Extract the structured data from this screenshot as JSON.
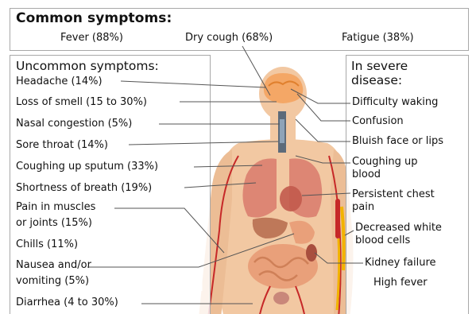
{
  "common": {
    "title": "Common symptoms:",
    "items": [
      "Fever (88%)",
      "Dry cough (68%)",
      "Fatigue (38%)"
    ]
  },
  "uncommon": {
    "title": "Uncommon symptoms:",
    "items": [
      "Headache (14%)",
      "Loss of smell (15 to 30%)",
      "Nasal congestion (5%)",
      "Sore throat (14%)",
      "Coughing up sputum (33%)",
      "Shortness of breath (19%)",
      "Pain in muscles",
      "or joints (15%)",
      "Chills (11%)",
      "Nausea and/or",
      "vomiting (5%)",
      "Diarrhea (4 to 30%)"
    ]
  },
  "severe": {
    "title_line1": "In severe",
    "title_line2": "disease:",
    "items": [
      "Difficulty waking",
      "Confusion",
      "Bluish face or lips",
      "Coughing up",
      "blood",
      "Persistent chest",
      "pain",
      "Decreased white",
      "blood cells",
      "Kidney failure",
      "High fever"
    ]
  },
  "colors": {
    "skin": "#f2c8a2",
    "skin_shadow": "#e8b58c",
    "brain": "#f4a15c",
    "lungs": "#d97a6c",
    "organs": "#e9a07a",
    "vessel_red": "#c62828",
    "vessel_yellow": "#f2b300",
    "frame": "#a8a8a8"
  }
}
